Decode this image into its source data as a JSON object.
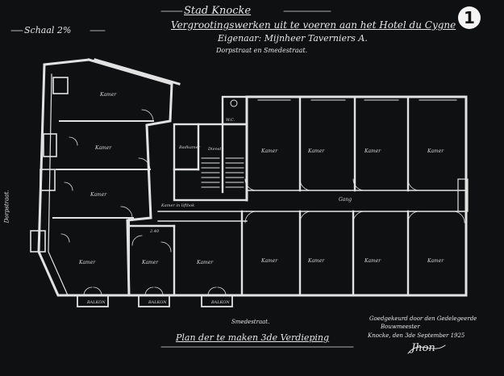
{
  "title": {
    "city": "Stad Knocke",
    "project": "Vergrootingswerken uit te voeren aan het Hotel du Cygne",
    "owner": "Eigenaar: Mijnheer Taverniers A.",
    "streets": "Dorpstraat en Smedestraat."
  },
  "scale": "Schaal 2%",
  "sheet_number": "1",
  "rooms": [
    "Kamer",
    "Kamer",
    "Kamer",
    "Kamer",
    "Kamer",
    "Kamer",
    "Kamer",
    "Kamer",
    "Kamer",
    "Kamer",
    "Kamer",
    "Kamer",
    "Kamer",
    "Kamer"
  ],
  "small_labels": [
    "Badkamer",
    "Dienst",
    "W.C.",
    "Kamer in lifthok",
    "2.40"
  ],
  "corridor": "Gang",
  "balconies": [
    "BALKON",
    "BALKON",
    "BALKON"
  ],
  "streets": {
    "bottom": "Smedestraat.",
    "left": "Dorpstraat."
  },
  "floor_title": "Plan der te maken 3de Verdieping",
  "approval": {
    "line1": "Goedgekeurd door den Gedelegeerde",
    "line2": "Bouwmeester",
    "line3": "Knocke, den 3de September 1925",
    "signature": "Jhon"
  }
}
